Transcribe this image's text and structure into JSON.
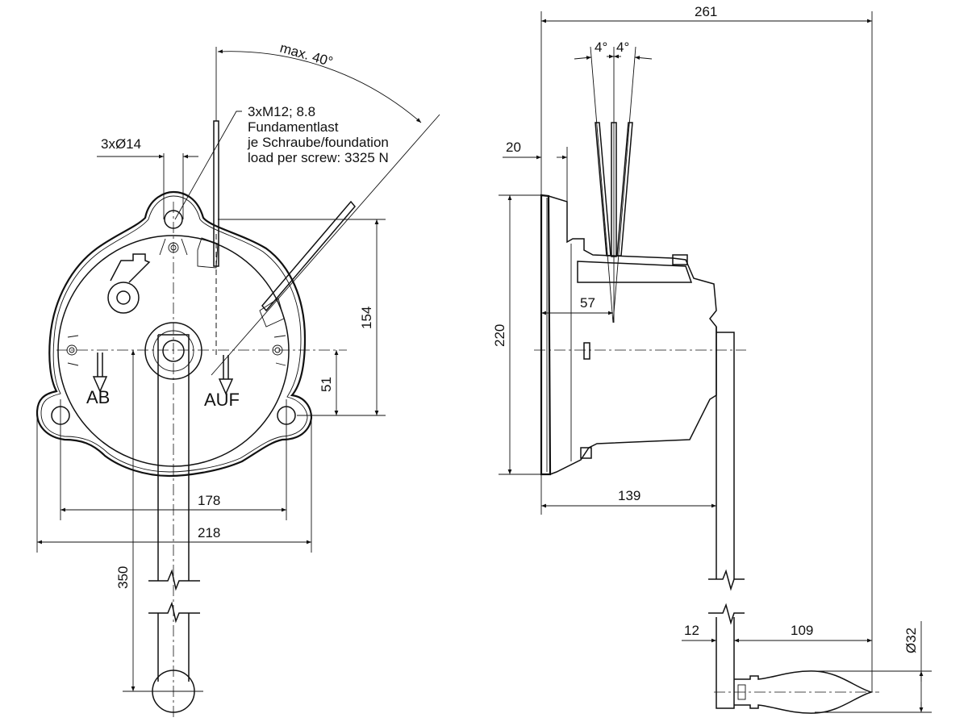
{
  "drawing": {
    "front_view": {
      "angle_label": "max. 40°",
      "hole_label": "3xØ14",
      "note_lines": [
        "3xM12; 8.8",
        "Fundamentlast",
        "je Schraube/foundation",
        "load per screw: 3325 N"
      ],
      "direction_down": "AB",
      "direction_up": "AUF",
      "dim_154": "154",
      "dim_51": "51",
      "dim_178": "178",
      "dim_218": "218",
      "dim_350": "350"
    },
    "side_view": {
      "dim_261": "261",
      "angle_left": "4°",
      "angle_right": "4°",
      "dim_20": "20",
      "dim_57": "57",
      "dim_220": "220",
      "dim_139": "139",
      "dim_12": "12",
      "dim_109": "109",
      "dim_d32": "Ø32"
    }
  }
}
